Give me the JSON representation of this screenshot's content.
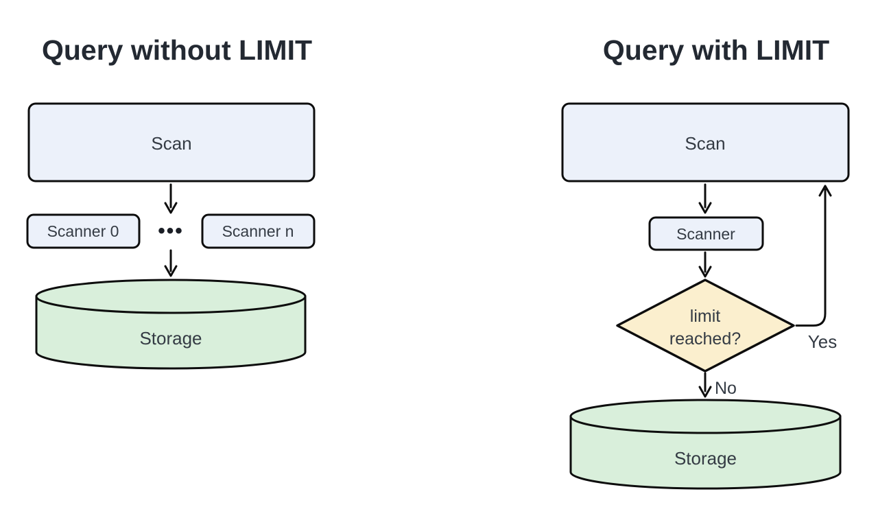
{
  "colors": {
    "background": "#ffffff",
    "box_fill": "#ecf1fa",
    "diamond_fill": "#fbefce",
    "cylinder_fill": "#d9efdb",
    "stroke": "#0d0d0d",
    "text": "#343b44",
    "title_text": "#232932"
  },
  "left_diagram": {
    "title": "Query without LIMIT",
    "nodes": {
      "scan": "Scan",
      "scanner0": "Scanner 0",
      "scanner_n": "Scanner n",
      "storage": "Storage"
    },
    "ellipsis": "•••"
  },
  "right_diagram": {
    "title": "Query with LIMIT",
    "nodes": {
      "scan": "Scan",
      "scanner": "Scanner",
      "decision_line1": "limit",
      "decision_line2": "reached?",
      "storage": "Storage"
    },
    "edge_labels": {
      "yes": "Yes",
      "no": "No"
    }
  }
}
